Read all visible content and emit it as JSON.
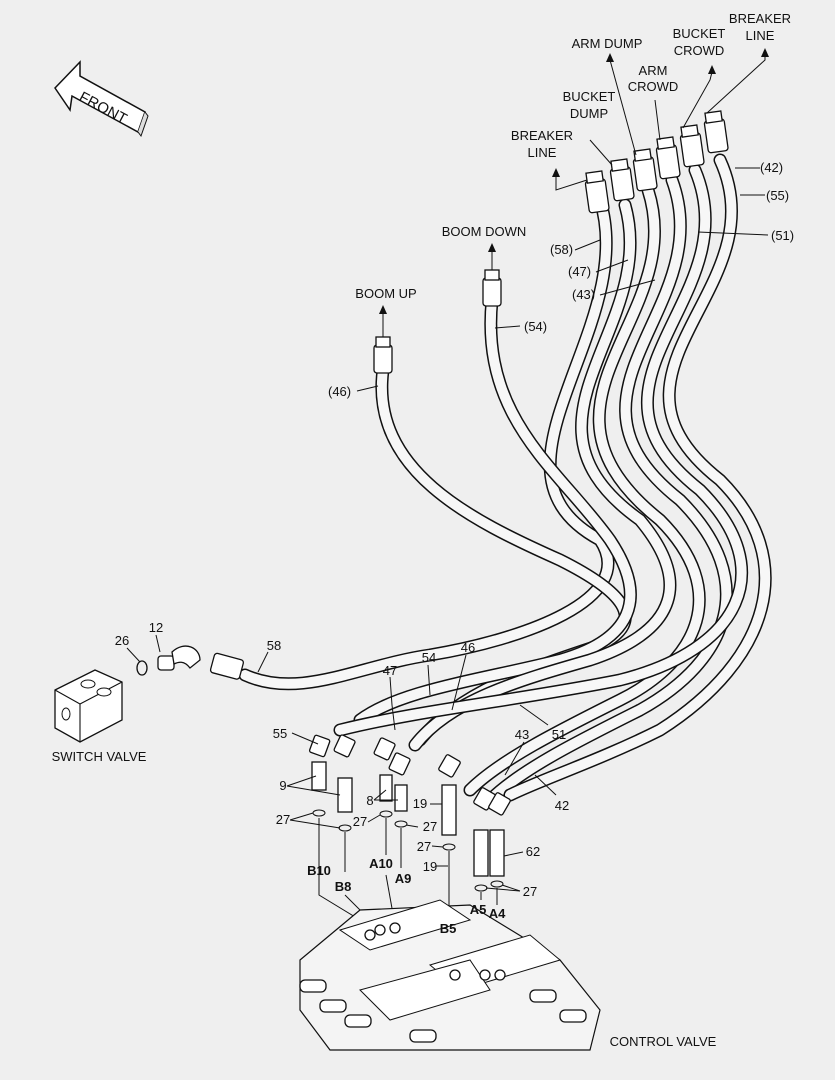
{
  "labels": {
    "front": "FRONT",
    "breaker_line_right": [
      "BREAKER",
      "LINE"
    ],
    "bucket_crowd": [
      "BUCKET",
      "CROWD"
    ],
    "arm_dump": "ARM DUMP",
    "arm_crowd": [
      "ARM",
      "CROWD"
    ],
    "bucket_dump": [
      "BUCKET",
      "DUMP"
    ],
    "breaker_line_left": [
      "BREAKER",
      "LINE"
    ],
    "boom_down": "BOOM DOWN",
    "boom_up": "BOOM UP",
    "switch_valve": "SWITCH VALVE",
    "control_valve": "CONTROL VALVE"
  },
  "hose_refs": {
    "r42": "(42)",
    "r55": "(55)",
    "r51": "(51)",
    "r58": "(58)",
    "r47": "(47)",
    "r43": "(43)",
    "r54": "(54)",
    "r46": "(46)"
  },
  "parts": {
    "p26": "26",
    "p12": "12",
    "p58": "58",
    "p47": "47",
    "p54": "54",
    "p46": "46",
    "p55": "55",
    "p51": "51",
    "p43": "43",
    "p42": "42",
    "p9": "9",
    "p8": "8",
    "p19a": "19",
    "p19b": "19",
    "p27a": "27",
    "p27b": "27",
    "p27c": "27",
    "p27d": "27",
    "p27e": "27",
    "p62": "62"
  },
  "ports": {
    "B10": "B10",
    "B8": "B8",
    "A10": "A10",
    "A9": "A9",
    "B5": "B5",
    "A5": "A5",
    "A4": "A4"
  }
}
